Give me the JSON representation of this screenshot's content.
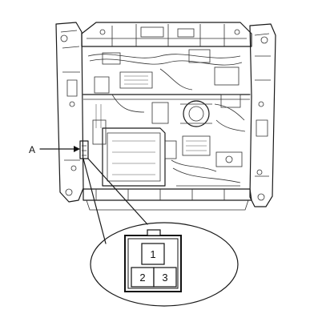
{
  "callout": {
    "label": "A"
  },
  "connector": {
    "pins": [
      {
        "label": "1"
      },
      {
        "label": "2"
      },
      {
        "label": "3"
      }
    ]
  }
}
